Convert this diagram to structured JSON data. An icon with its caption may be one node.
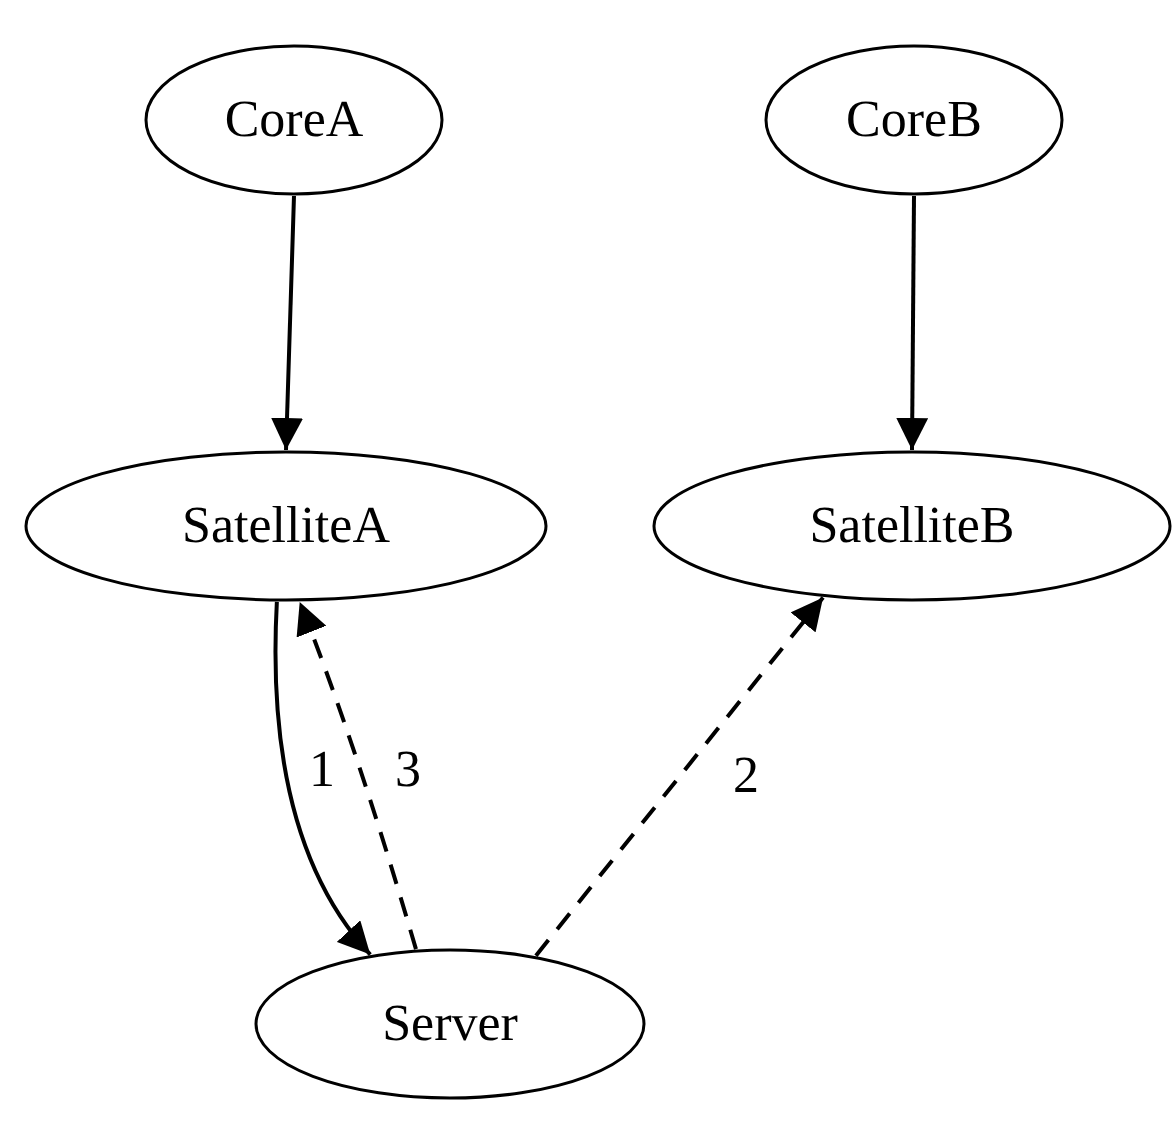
{
  "diagram": {
    "nodes": [
      {
        "text": [
          "CoreA"
        ]
      },
      {
        "text": [
          "CoreB"
        ]
      },
      {
        "text": [
          "SatelliteA"
        ]
      },
      {
        "text": [
          "SatelliteB"
        ]
      },
      {
        "text": [
          "Server"
        ]
      }
    ],
    "edges": [
      {
        "from": 0,
        "to": 2,
        "arrow": "to"
      },
      {
        "from": 1,
        "to": 3,
        "arrow": "to"
      },
      {
        "from": 2,
        "to": 4,
        "arrow": "to",
        "label": "1"
      },
      {
        "from": 4,
        "to": 3,
        "arrow": "to",
        "label": "2",
        "style": "dashed"
      },
      {
        "from": 4,
        "to": 2,
        "arrow": "to",
        "label": "3",
        "style": "dashed"
      }
    ]
  }
}
